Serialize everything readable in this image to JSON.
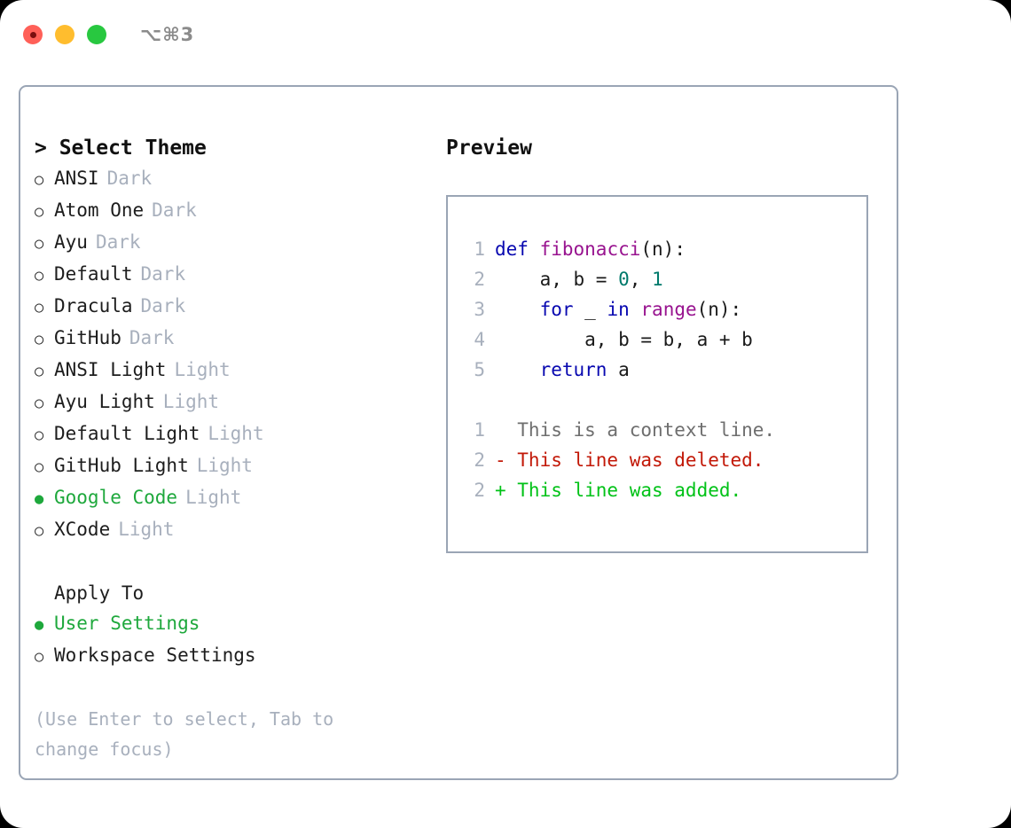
{
  "window": {
    "shortcut": "⌥⌘3",
    "traffic_lights": [
      {
        "name": "close",
        "color": "#ff6058"
      },
      {
        "name": "minimize",
        "color": "#ffbd2e"
      },
      {
        "name": "maximize",
        "color": "#28c840"
      }
    ],
    "border_color": "#9aa5b5"
  },
  "theme_picker": {
    "header": "> Select Theme",
    "marker_unselected": "○",
    "marker_selected": "●",
    "selected_color": "#1ea83c",
    "items": [
      {
        "name": "ANSI",
        "variant": "Dark",
        "selected": false
      },
      {
        "name": "Atom One",
        "variant": "Dark",
        "selected": false
      },
      {
        "name": "Ayu",
        "variant": "Dark",
        "selected": false
      },
      {
        "name": "Default",
        "variant": "Dark",
        "selected": false
      },
      {
        "name": "Dracula",
        "variant": "Dark",
        "selected": false
      },
      {
        "name": "GitHub",
        "variant": "Dark",
        "selected": false
      },
      {
        "name": "ANSI Light",
        "variant": "Light",
        "selected": false
      },
      {
        "name": "Ayu Light",
        "variant": "Light",
        "selected": false
      },
      {
        "name": "Default Light",
        "variant": "Light",
        "selected": false
      },
      {
        "name": "GitHub Light",
        "variant": "Light",
        "selected": false
      },
      {
        "name": "Google Code",
        "variant": "Light",
        "selected": true
      },
      {
        "name": "XCode",
        "variant": "Light",
        "selected": false
      }
    ]
  },
  "apply_to": {
    "label": "Apply To",
    "items": [
      {
        "name": "User Settings",
        "selected": true
      },
      {
        "name": "Workspace Settings",
        "selected": false
      }
    ]
  },
  "hint": "(Use Enter to select, Tab to change focus)",
  "preview": {
    "title": "Preview",
    "code_lines": [
      {
        "num": "1",
        "tokens": [
          {
            "t": "def",
            "c": "kw"
          },
          {
            "t": " ",
            "c": "plain"
          },
          {
            "t": "fibonacci",
            "c": "fn"
          },
          {
            "t": "(n):",
            "c": "plain"
          }
        ]
      },
      {
        "num": "2",
        "tokens": [
          {
            "t": "    a, b = ",
            "c": "plain"
          },
          {
            "t": "0",
            "c": "num"
          },
          {
            "t": ", ",
            "c": "plain"
          },
          {
            "t": "1",
            "c": "num"
          }
        ]
      },
      {
        "num": "3",
        "tokens": [
          {
            "t": "    ",
            "c": "plain"
          },
          {
            "t": "for",
            "c": "kw"
          },
          {
            "t": " _ ",
            "c": "plain"
          },
          {
            "t": "in",
            "c": "kw"
          },
          {
            "t": " ",
            "c": "plain"
          },
          {
            "t": "range",
            "c": "fn"
          },
          {
            "t": "(n):",
            "c": "plain"
          }
        ]
      },
      {
        "num": "4",
        "tokens": [
          {
            "t": "        a, b = b, a + b",
            "c": "plain"
          }
        ]
      },
      {
        "num": "5",
        "tokens": [
          {
            "t": "    ",
            "c": "plain"
          },
          {
            "t": "return",
            "c": "kw"
          },
          {
            "t": " a",
            "c": "plain"
          }
        ]
      }
    ],
    "diff_lines": [
      {
        "num": "1",
        "prefix": "  ",
        "text": "This is a context line.",
        "kind": "diff-ctx"
      },
      {
        "num": "2",
        "prefix": "- ",
        "text": "This line was deleted.",
        "kind": "diff-del"
      },
      {
        "num": "2",
        "prefix": "+ ",
        "text": "This line was added.",
        "kind": "diff-add"
      }
    ],
    "colors": {
      "keyword": "#0808b0",
      "function": "#98138f",
      "number": "#00796b",
      "plain": "#1a1a1a",
      "linenumber": "#a8b0bd",
      "diff_context": "#6e6e6e",
      "diff_deleted": "#c21807",
      "diff_added": "#00c217"
    }
  }
}
